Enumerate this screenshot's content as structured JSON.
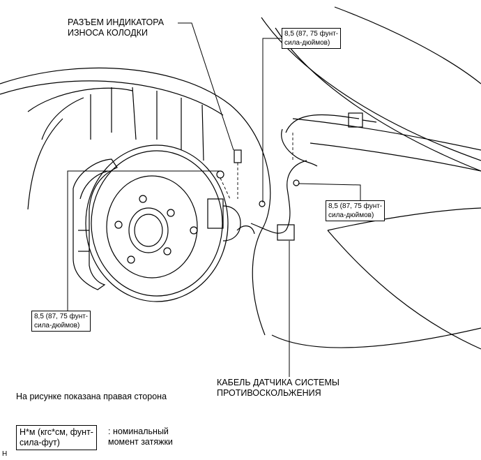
{
  "callouts": {
    "pad_wear_connector": [
      "РАЗЪЕМ ИНДИКАТОРА",
      "ИЗНОСА КОЛОДКИ"
    ],
    "sensor_cable": [
      "КАБЕЛЬ ДАТЧИКА СИСТЕМЫ",
      "ПРОТИВОСКОЛЬЖЕНИЯ"
    ]
  },
  "torque_specs": {
    "top": [
      "8,5 (87, 75 фунт-",
      "сила-дюймов)"
    ],
    "right": [
      "8,5 (87, 75 фунт-",
      "сила-дюймов)"
    ],
    "left": [
      "8,5 (87, 75 фунт-",
      "сила-дюймов)"
    ]
  },
  "caption": "На рисунке показана правая сторона",
  "legend": {
    "box": [
      "Н*м (кгс*см, фунт-",
      "сила-фут)"
    ],
    "text": [
      ": номинальный",
      "момент затяжки"
    ]
  },
  "figure_code": "H"
}
